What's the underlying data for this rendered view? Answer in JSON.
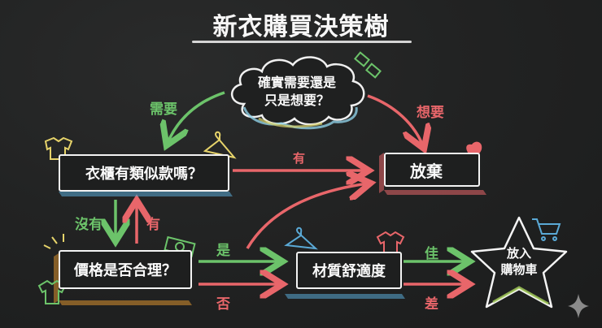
{
  "title": "新衣購買決策樹",
  "colors": {
    "background": "#222323",
    "chalk_white": "#f3f3f3",
    "green": "#6cc36a",
    "red": "#e8666a",
    "blue": "#5aa9d6",
    "yellow": "#e6d36a",
    "orange": "#d9922f"
  },
  "nodes": {
    "start": {
      "line1": "確實需要還是",
      "line2": "只是想要？",
      "shape": "cloud"
    },
    "closet": {
      "text": "衣櫃有類似款嗎？",
      "shape": "box"
    },
    "price": {
      "text": "價格是否合理？",
      "shape": "box"
    },
    "quality": {
      "text": "材質舒適度",
      "shape": "box"
    },
    "abandon": {
      "text": "放棄",
      "icon": "sad-face-icon",
      "shape": "box"
    },
    "cart": {
      "line1": "放入",
      "line2": "購物車",
      "shape": "star"
    }
  },
  "edges": {
    "need": "需要",
    "want": "想要",
    "closet_yes": "有",
    "closet_no": "沒有",
    "price_back_yes": "有",
    "price_yes": "是",
    "price_no": "否",
    "quality_good": "佳",
    "quality_bad": "差"
  },
  "decorations": [
    "money-icon",
    "t-shirt-icon",
    "hanger-icon",
    "heart-icon",
    "shopping-cart-icon",
    "sparkle-icon"
  ]
}
